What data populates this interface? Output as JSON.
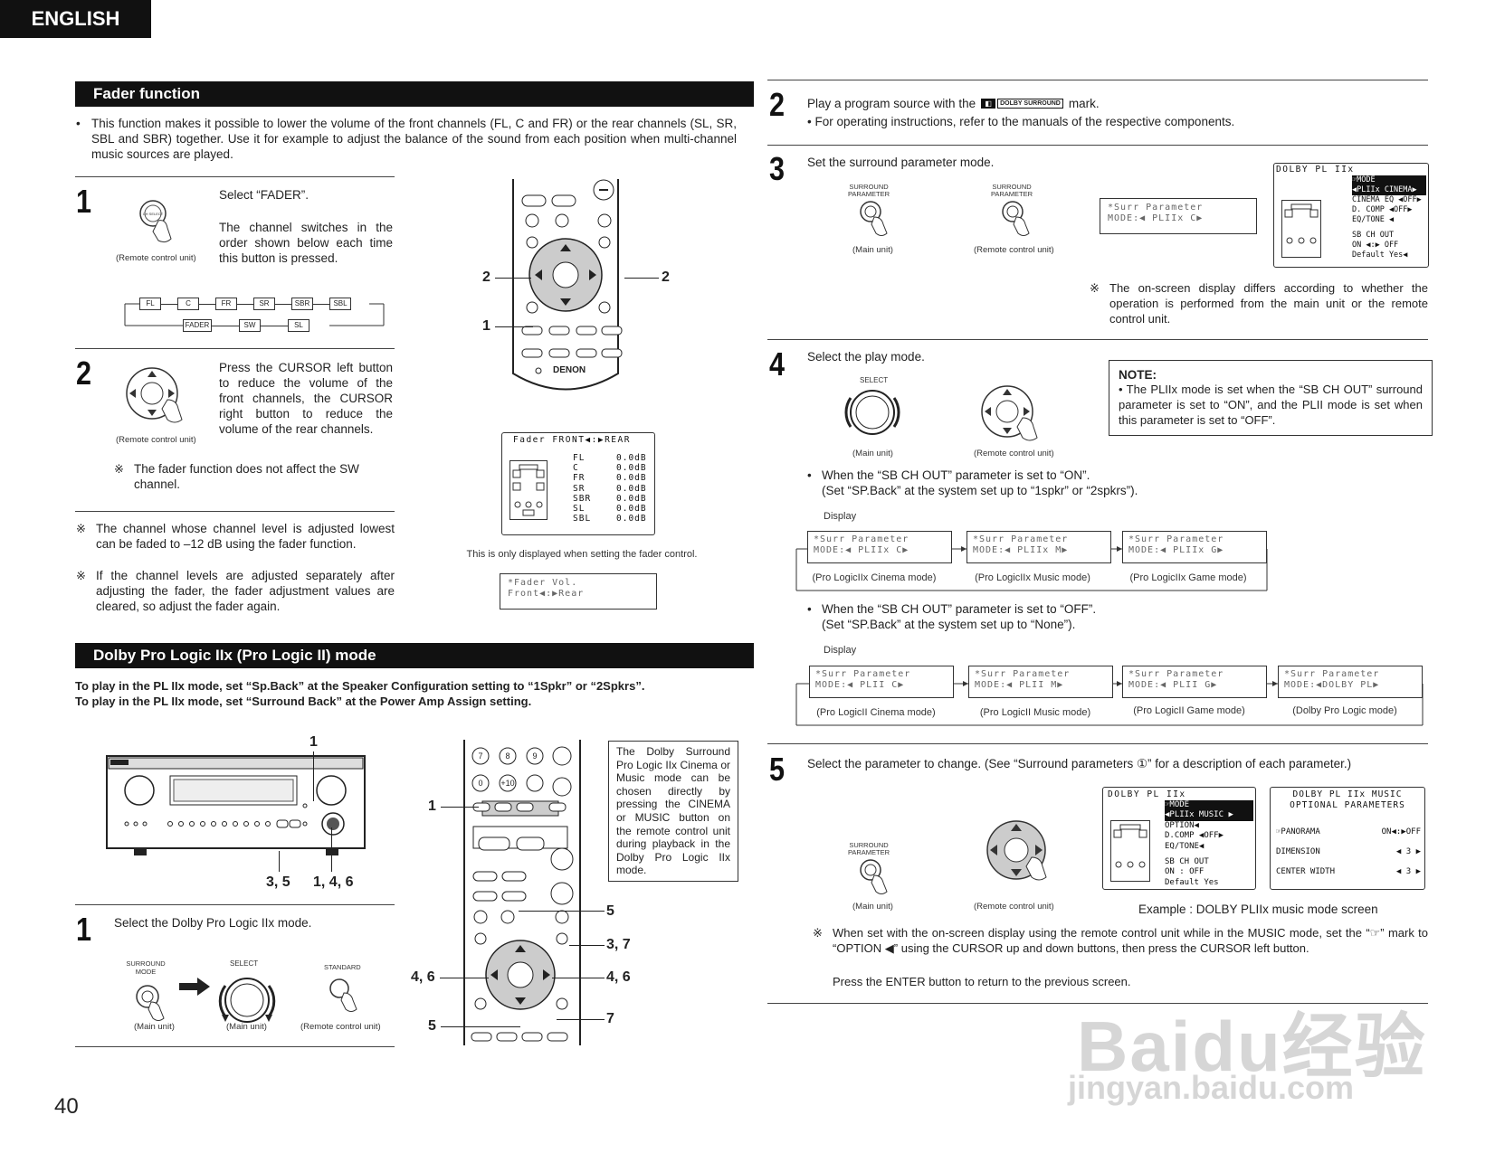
{
  "language_tab": "ENGLISH",
  "page_number": "40",
  "fader": {
    "heading": "Fader function",
    "intro": "This function makes it possible to lower the volume of the front channels (FL, C and FR) or the rear channels (SL, SR, SBL and SBR) together. Use it for example to adjust the balance of the sound from each position when multi-channel music sources are played.",
    "step1_num": "1",
    "step1_a": "Select “FADER”.",
    "step1_b": "The channel switches in the order shown below each time this button is pressed.",
    "remote_unit": "(Remote control unit)",
    "chain_top": [
      "FL",
      "C",
      "FR",
      "SR",
      "SBR",
      "SBL"
    ],
    "chain_bottom": [
      "FADER",
      "SW",
      "SL"
    ],
    "step2_num": "2",
    "step2_text": "Press the CURSOR left button to reduce the volume of the front channels, the CURSOR right button to reduce the volume of the rear channels.",
    "step2_note": "The fader function does not affect the SW channel.",
    "note_a": "The channel whose channel level is adjusted lowest can be faded to –12 dB using the fader function.",
    "note_b": "If the channel levels are adjusted separately after adjusting the fader, the fader adjustment values are cleared, so adjust the fader again.",
    "screen_title": "Fader   FRONT◀:▶REAR",
    "screen_rows": [
      {
        "ch": "FL",
        "val": "0.0dB"
      },
      {
        "ch": "C",
        "val": "0.0dB"
      },
      {
        "ch": "FR",
        "val": "0.0dB"
      },
      {
        "ch": "SR",
        "val": "0.0dB"
      },
      {
        "ch": "SBR",
        "val": "0.0dB"
      },
      {
        "ch": "SL",
        "val": "0.0dB"
      },
      {
        "ch": "SBL",
        "val": "0.0dB"
      }
    ],
    "screen_caption": "This is only displayed when setting the fader control.",
    "lcd_line1": "*Fader Vol.",
    "lcd_line2": "Front◀:▶Rear",
    "callout_2": "2",
    "callout_1": "1",
    "remote_brand": "DENON"
  },
  "plii": {
    "heading": "Dolby Pro Logic IIx (Pro Logic II) mode",
    "instr1": "To play in the PL IIx mode, set “Sp.Back” at the Speaker Configuration setting to “1Spkr” or “2Spkrs”.",
    "instr2": "To play in the PL IIx mode, set “Surround Back” at the Power Amp Assign setting.",
    "callout_1": "1",
    "callout_35": "3, 5",
    "callout_146": "1, 4, 6",
    "step1_num": "1",
    "step1_text": "Select the Dolby Pro Logic IIx mode.",
    "lbl_surround_mode": "SURROUND MODE",
    "lbl_select": "SELECT",
    "lbl_standard": "STANDARD",
    "main_unit": "(Main unit)",
    "remote_unit": "(Remote control unit)",
    "sidebox": "The Dolby Surround Pro Logic IIx Cinema or Music mode can be chosen directly by pressing the CINEMA or MUSIC button on the remote control unit during playback in the Dolby Pro Logic IIx mode.",
    "remote_callouts": {
      "c1": "1",
      "c5a": "5",
      "c37": "3, 7",
      "c46l": "4, 6",
      "c46r": "4, 6",
      "c5b": "5",
      "c7": "7"
    }
  },
  "right": {
    "step2_num": "2",
    "step2_text_a": "Play a program source with the",
    "step2_logo": "DOLBY SURROUND",
    "step2_text_b": "mark.",
    "step2_sub": "• For operating instructions, refer to the manuals of the respective components.",
    "step3_num": "3",
    "step3_text": "Set the surround parameter mode.",
    "lbl_surround_param": "SURROUND PARAMETER",
    "main_unit": "(Main unit)",
    "remote_unit": "(Remote control unit)",
    "step3_lcd1": "*Surr Parameter",
    "step3_lcd2": "MODE:◀ PLIIx C▶",
    "osd_title": "DOLBY PL IIx",
    "osd_rows": [
      "☞MODE",
      "◀PLIIx CINEMA▶",
      "CINEMA EQ ◀OFF▶",
      "D. COMP ◀OFF▶",
      "EQ/TONE ◀",
      "SB CH OUT",
      "ON ◀:▶ OFF",
      "Default  Yes◀"
    ],
    "step3_note": "The on-screen display differs according to whether the operation is performed from the main unit or the remote control unit.",
    "step4_num": "4",
    "step4_text": "Select the play mode.",
    "lbl_select": "SELECT",
    "note_title": "NOTE:",
    "note_body": "• The PLIIx mode is set when the “SB CH OUT” surround parameter is set to “ON”, and the PLII mode is set when this parameter is set to “OFF”.",
    "on_a": "When the “SB CH OUT” parameter is set to “ON”.",
    "on_b": "(Set “SP.Back” at the system set up to “1spkr” or “2spkrs”).",
    "display": "Display",
    "on_modes": [
      {
        "l1": "*Surr Parameter",
        "l2": "MODE:◀ PLIIx C▶",
        "cap": "(Pro LogicIIx Cinema mode)"
      },
      {
        "l1": "*Surr Parameter",
        "l2": "MODE:◀ PLIIx M▶",
        "cap": "(Pro LogicIIx Music mode)"
      },
      {
        "l1": "*Surr Parameter",
        "l2": "MODE:◀ PLIIx G▶",
        "cap": "(Pro LogicIIx Game mode)"
      }
    ],
    "off_a": "When the “SB CH OUT” parameter is set to “OFF”.",
    "off_b": "(Set “SP.Back” at the system set up to “None”).",
    "off_modes": [
      {
        "l1": "*Surr Parameter",
        "l2": "MODE:◀ PLII C▶",
        "cap": "(Pro LogicII Cinema mode)"
      },
      {
        "l1": "*Surr Parameter",
        "l2": "MODE:◀ PLII M▶",
        "cap": "(Pro LogicII Music mode)"
      },
      {
        "l1": "*Surr Parameter",
        "l2": "MODE:◀ PLII G▶",
        "cap": "(Pro LogicII Game mode)"
      },
      {
        "l1": "*Surr Parameter",
        "l2": "MODE:◀DOLBY PL▶",
        "cap": "(Dolby Pro Logic mode)"
      }
    ],
    "step5_num": "5",
    "step5_text": "Select the parameter to change. (See “Surround parameters ①” for a description of each parameter.)",
    "osd5_title": "DOLBY PL IIx",
    "osd5_rows": [
      "☞MODE",
      "◀PLIIx MUSIC ▶",
      "OPTION◀",
      "D.COMP ◀OFF▶",
      "EQ/TONE◀",
      "SB CH OUT",
      "ON : OFF",
      "Default  Yes"
    ],
    "osd6_title": "DOLBY PL IIx MUSIC",
    "osd6_sub": "OPTIONAL PARAMETERS",
    "osd6_rows": [
      {
        "k": "☞PANORAMA",
        "v": "ON◀:▶OFF"
      },
      {
        "k": "DIMENSION",
        "v": "◀ 3 ▶"
      },
      {
        "k": "CENTER WIDTH",
        "v": "◀ 3 ▶"
      }
    ],
    "example_caption": "Example : DOLBY PLIIx music mode screen",
    "step5_note": "When set with the on-screen display using the remote control unit while in the MUSIC mode, set the “☞” mark to “OPTION ◀” using the CURSOR up and down buttons, then press the CURSOR left button.",
    "step5_note2": "Press the ENTER button to return to the previous screen."
  },
  "watermark": {
    "line1": "Baidu经验",
    "line2": "jingyan.baidu.com"
  }
}
